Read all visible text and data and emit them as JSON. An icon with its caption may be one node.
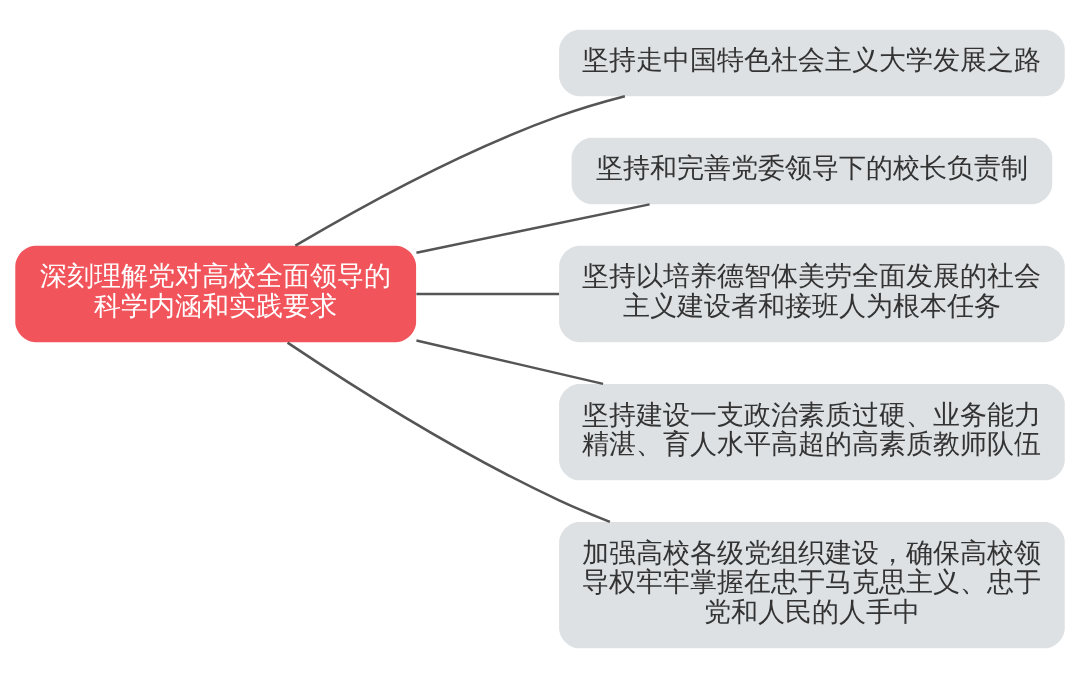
{
  "diagram": {
    "nodes": [
      {
        "text": [
          "深刻理解党对高校全面领导的科学内涵和实践要求"
        ]
      },
      {
        "text": [
          "坚持走中国特色社会主义大学发展之路"
        ]
      },
      {
        "text": [
          "坚持和完善党委领导下的校长负责制"
        ]
      },
      {
        "text": [
          "坚持以培养德智体美劳全面发展的社会主义建设者和接班人为根本任务"
        ]
      },
      {
        "text": [
          "坚持建设一支政治素质过硬、业务能力精湛、育人水平高超的高素质教师队伍"
        ]
      },
      {
        "text": [
          "加强高校各级党组织建设，确保高校领导权牢牢掌握在忠于马克思主义、忠于党和人民的人手中"
        ]
      }
    ],
    "edges": [
      {
        "from": 0,
        "to": 1,
        "arrow": "none"
      },
      {
        "from": 0,
        "to": 2,
        "arrow": "none"
      },
      {
        "from": 0,
        "to": 3,
        "arrow": "none"
      },
      {
        "from": 0,
        "to": 4,
        "arrow": "none"
      },
      {
        "from": 0,
        "to": 5,
        "arrow": "none"
      }
    ]
  }
}
